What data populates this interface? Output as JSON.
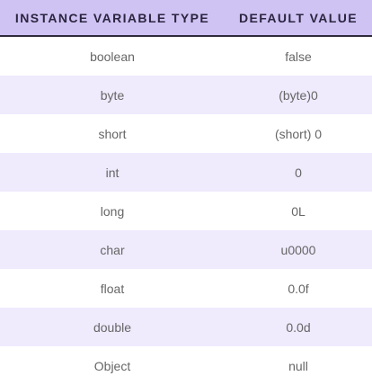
{
  "table": {
    "headers": [
      "INSTANCE VARIABLE TYPE",
      "DEFAULT VALUE"
    ],
    "rows": [
      {
        "type": "boolean",
        "default": "false"
      },
      {
        "type": "byte",
        "default": "(byte)0"
      },
      {
        "type": "short",
        "default": "(short) 0"
      },
      {
        "type": "int",
        "default": "0"
      },
      {
        "type": "long",
        "default": "0L"
      },
      {
        "type": "char",
        "default": "u0000"
      },
      {
        "type": "float",
        "default": "0.0f"
      },
      {
        "type": "double",
        "default": "0.0d"
      },
      {
        "type": "Object",
        "default": "null"
      }
    ]
  },
  "colors": {
    "header_bg": "#cfc3f3",
    "header_text": "#2b2540",
    "header_border": "#2f2a3b",
    "row_alt_bg": "#efeafc",
    "row_text": "#666666"
  }
}
